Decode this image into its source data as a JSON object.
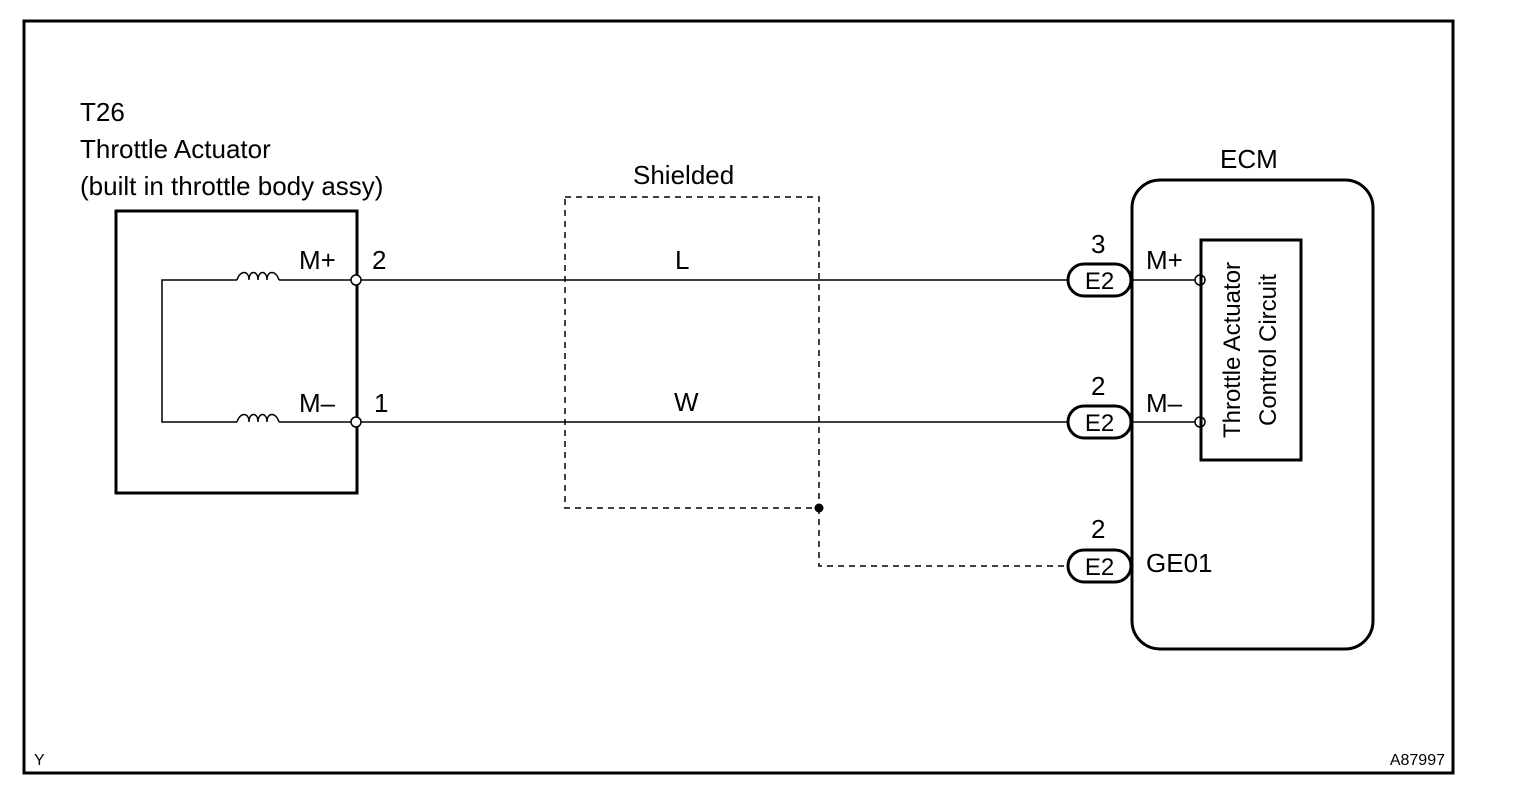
{
  "actuator": {
    "code": "T26",
    "name": "Throttle Actuator",
    "note": "(built in throttle body assy)",
    "terminal_plus": "M+",
    "terminal_minus": "M–",
    "pin_plus": "2",
    "pin_minus": "1"
  },
  "shield": {
    "label": "Shielded"
  },
  "wires": {
    "plus_color": "L",
    "minus_color": "W"
  },
  "ecm": {
    "title": "ECM",
    "circuit_line1": "Throttle Actuator",
    "circuit_line2": "Control Circuit",
    "terminal_plus": "M+",
    "terminal_minus": "M–",
    "terminal_ground": "GE01",
    "connectors": [
      {
        "pin": "3",
        "code": "E2"
      },
      {
        "pin": "2",
        "code": "E2"
      },
      {
        "pin": "2",
        "code": "E2"
      }
    ]
  },
  "footer": {
    "left_mark": "Y",
    "figure_id": "A87997"
  }
}
